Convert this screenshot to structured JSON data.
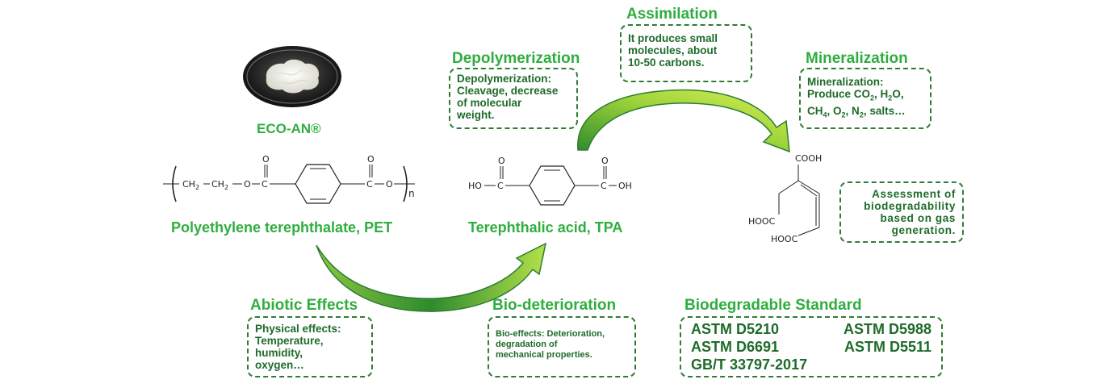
{
  "product": {
    "name": "ECO-AN®"
  },
  "pet": {
    "label": "Polyethylene terephthalate, PET",
    "formula": {
      "ch2a": "CH",
      "ch2b": "CH",
      "sub2": "2",
      "o": "O",
      "c": "C",
      "n": "n"
    }
  },
  "tpa": {
    "label": "Terephthalic acid, TPA",
    "formula": {
      "ho": "HO",
      "oh": "OH",
      "c": "C",
      "o": "O"
    }
  },
  "muconic": {
    "cooh_top": "COOH",
    "hooc_left": "HOOC",
    "hooc_bottom": "HOOC"
  },
  "stages": {
    "depolymerization": {
      "title": "Depolymerization",
      "lines": [
        "Depolymerization:",
        "Cleavage, decrease",
        "of molecular",
        "weight."
      ]
    },
    "assimilation": {
      "title": "Assimilation",
      "lines": [
        "It produces small",
        "molecules, about",
        "10-50 carbons."
      ]
    },
    "mineralization": {
      "title": "Mineralization",
      "line1": "Mineralization:",
      "line2_prefix": "Produce CO",
      "line2_mid": ", H",
      "line2_end": "O,",
      "line3_ch": "CH",
      "line3_o": ", O",
      "line3_n": ", N",
      "line3_end": ", salts…",
      "sub2": "2",
      "sub4": "4"
    },
    "assessment": {
      "lines": [
        "Assessment of",
        "biodegradability",
        "based on gas",
        "generation."
      ]
    },
    "abiotic": {
      "title": "Abiotic Effects",
      "lines": [
        "Physical effects:",
        "Temperature,",
        "humidity,",
        "oxygen…"
      ]
    },
    "biodeterioration": {
      "title": "Bio-deterioration",
      "lines": [
        "Bio-effects: Deterioration,",
        "degradation of",
        "mechanical properties."
      ]
    },
    "standard": {
      "title": "Biodegradable Standard",
      "items": [
        "ASTM D5210",
        "ASTM D5988",
        "ASTM D6691",
        "ASTM D5511",
        "GB/T 33797-2017"
      ]
    }
  },
  "colors": {
    "title_green": "#2fae3f",
    "box_border": "#2f7d32",
    "arrow_light": "#c6e83a",
    "arrow_dark": "#2e8b2e"
  }
}
